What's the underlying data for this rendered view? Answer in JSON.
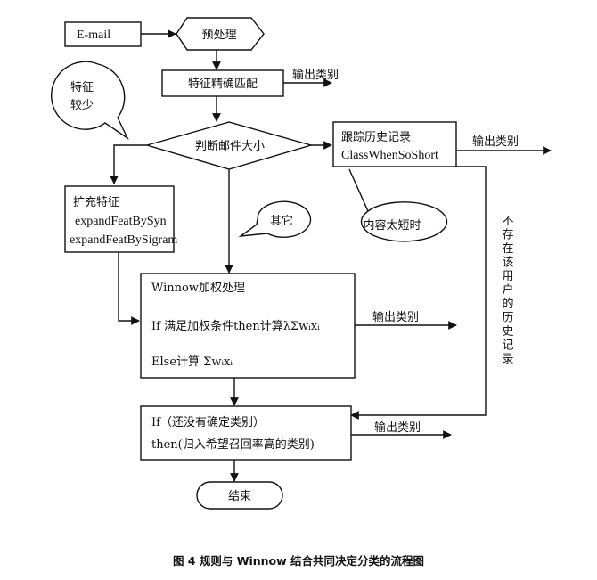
{
  "nodes": {
    "email": "E-mail",
    "preprocess": "预处理",
    "exact_match": "特征精确匹配",
    "judge_size": "判断邮件大小",
    "history_title": "跟踪历史记录",
    "history_fn": "ClassWhenSoShort",
    "expand_title": "扩充特征",
    "expand_fn1": "expandFeatBySyn",
    "expand_fn2": "expandFeatBySigram",
    "winnow_title": "Winnow加权处理",
    "winnow_if": "If 满足加权条件then计算λΣwᵢxᵢ",
    "winnow_else": "Else计算 Σwᵢxᵢ",
    "final_if": "If（还没有确定类别）",
    "final_then": "then(归入希望召回率高的类别)",
    "end": "结束"
  },
  "bubbles": {
    "few_features_1": "特征",
    "few_features_2": "较少",
    "other": "其它",
    "too_short": "内容太短时"
  },
  "outputs": {
    "out1": "输出类别",
    "out2": "输出类别",
    "out3": "输出类别",
    "out4": "输出类别"
  },
  "vertical_label": [
    "不",
    "存",
    "在",
    "该",
    "用",
    "户",
    "的",
    "历",
    "史",
    "记",
    "录"
  ],
  "caption": "图 4  规则与 Winnow 结合共同决定分类的流程图"
}
